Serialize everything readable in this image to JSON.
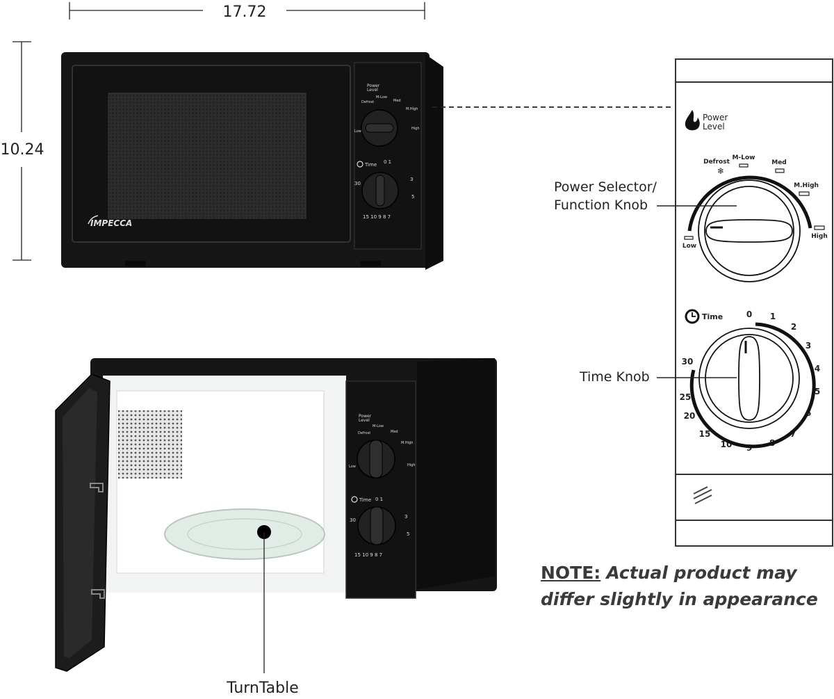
{
  "dimensions": {
    "width": "17.72",
    "height": "10.24"
  },
  "brand": "IMPECCA",
  "panel": {
    "power_title": [
      "Power",
      "Level"
    ],
    "power_settings": [
      "Defrost",
      "M-Low",
      "Med",
      "M.High",
      "High",
      "Low"
    ],
    "time_title": "Time",
    "time_numbers": [
      "0",
      "1",
      "2",
      "3",
      "4",
      "5",
      "6",
      "7",
      "8",
      "9",
      "10",
      "15",
      "20",
      "25",
      "30"
    ]
  },
  "callouts": {
    "power_selector": [
      "Power Selector/",
      "Function Knob"
    ],
    "time_knob": "Time Knob",
    "turntable": "TurnTable"
  },
  "note": {
    "label": "NOTE:",
    "text": "Actual product may differ slightly in appearance"
  },
  "colors": {
    "body": "#151515",
    "panel_bg": "#ffffff",
    "line": "#111111",
    "interior": "#eef1ef",
    "text": "#222222"
  }
}
